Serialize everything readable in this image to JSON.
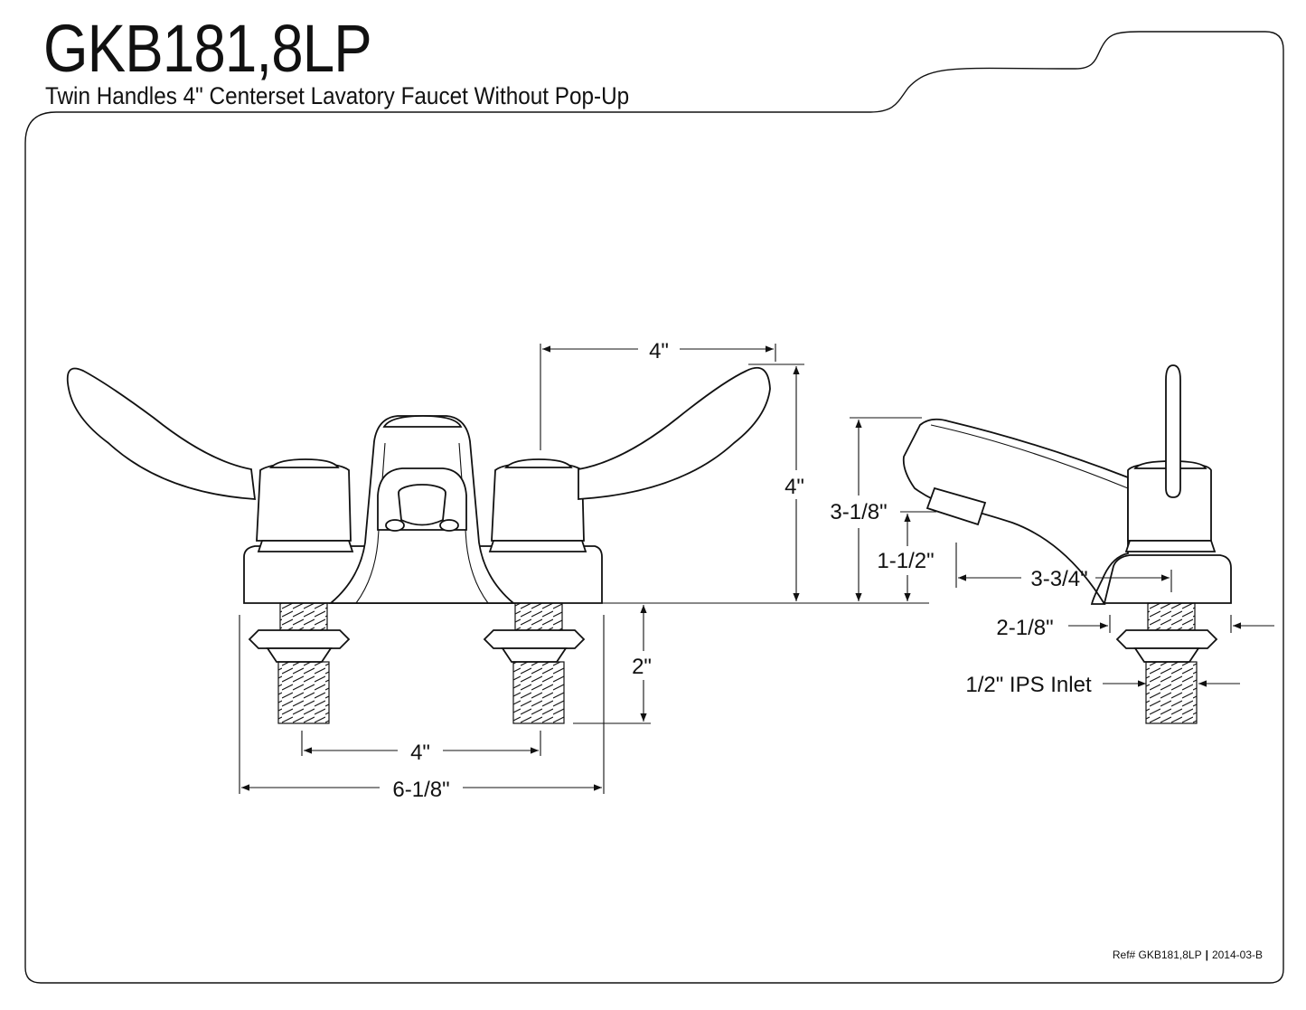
{
  "header": {
    "model": "GKB181,8LP",
    "description": "Twin Handles 4\" Centerset Lavatory Faucet Without Pop-Up"
  },
  "front_view": {
    "dims": {
      "handle_center": "4\"",
      "overall_height": "4\"",
      "shank_length": "2\"",
      "shank_center": "4\"",
      "base_width": "6-1/8\""
    }
  },
  "side_view": {
    "dims": {
      "height": "3-1/8\"",
      "spout_height": "1-1/2\"",
      "spout_reach": "3-3/4\"",
      "base_depth": "2-1/8\"",
      "inlet": "1/2\" IPS Inlet"
    }
  },
  "footer": {
    "ref": "Ref# GKB181,8LP",
    "date": "2014-03-B"
  }
}
